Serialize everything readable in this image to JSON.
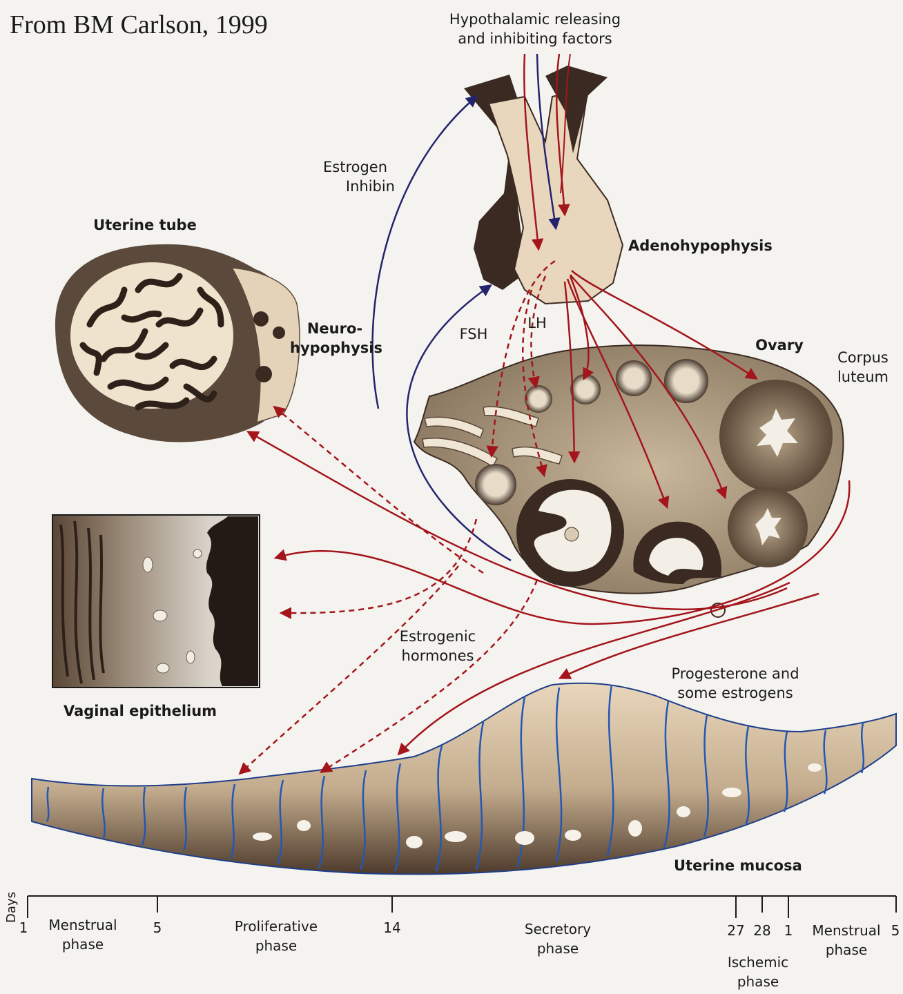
{
  "credit": "From BM Carlson, 1999",
  "labels": {
    "hypothalamic_line1": "Hypothalamic releasing",
    "hypothalamic_line2": "and inhibiting factors",
    "estrogen": "Estrogen",
    "inhibin": "Inhibin",
    "uterine_tube": "Uterine tube",
    "adenohypophysis": "Adenohypophysis",
    "neuro_line1": "Neuro-",
    "neuro_line2": "hypophysis",
    "fsh": "FSH",
    "lh": "LH",
    "ovary": "Ovary",
    "corpus_line1": "Corpus",
    "corpus_line2": "luteum",
    "vaginal_epithelium": "Vaginal epithelium",
    "estrogenic_line1": "Estrogenic",
    "estrogenic_line2": "hormones",
    "progesterone_line1": "Progesterone and",
    "progesterone_line2": "some estrogens",
    "uterine_mucosa": "Uterine mucosa"
  },
  "axis": {
    "title": "Days",
    "ticks": [
      "1",
      "5",
      "14",
      "27",
      "28",
      "1",
      "5"
    ],
    "phases": {
      "menstrual1_l1": "Menstrual",
      "menstrual1_l2": "phase",
      "proliferative_l1": "Proliferative",
      "proliferative_l2": "phase",
      "secretory_l1": "Secretory",
      "secretory_l2": "phase",
      "ischemic_l1": "Ischemic",
      "ischemic_l2": "phase",
      "menstrual2_l1": "Menstrual",
      "menstrual2_l2": "phase"
    }
  },
  "colors": {
    "red_arrow": "#a3151b",
    "blue_arrow": "#24246e",
    "tissue_light": "#e8d6bd",
    "tissue_dark": "#3a2a22",
    "ovary_fill": "#b4a38a",
    "vessel_blue": "#2258b5"
  }
}
